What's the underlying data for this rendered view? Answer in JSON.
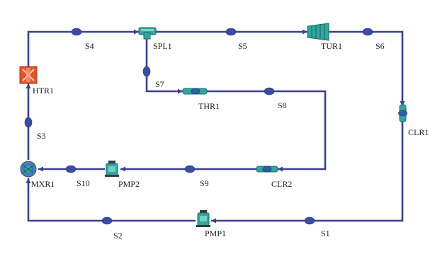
{
  "diagram": {
    "streams": {
      "s1": "S1",
      "s2": "S2",
      "s3": "S3",
      "s4": "S4",
      "s5": "S5",
      "s6": "S6",
      "s7": "S7",
      "s8": "S8",
      "s9": "S9",
      "s10": "S10"
    },
    "units": {
      "htr1": "HTR1",
      "spl1": "SPL1",
      "tur1": "TUR1",
      "clr1": "CLR1",
      "thr1": "THR1",
      "clr2": "CLR2",
      "pmp2": "PMP2",
      "mxr1": "MXR1",
      "pmp1": "PMP1"
    },
    "colors": {
      "pipe": "#3b3f93",
      "stream_marker": "#3b4ba6",
      "heater": "#e3562a",
      "equipment": "#2fa79c"
    }
  }
}
